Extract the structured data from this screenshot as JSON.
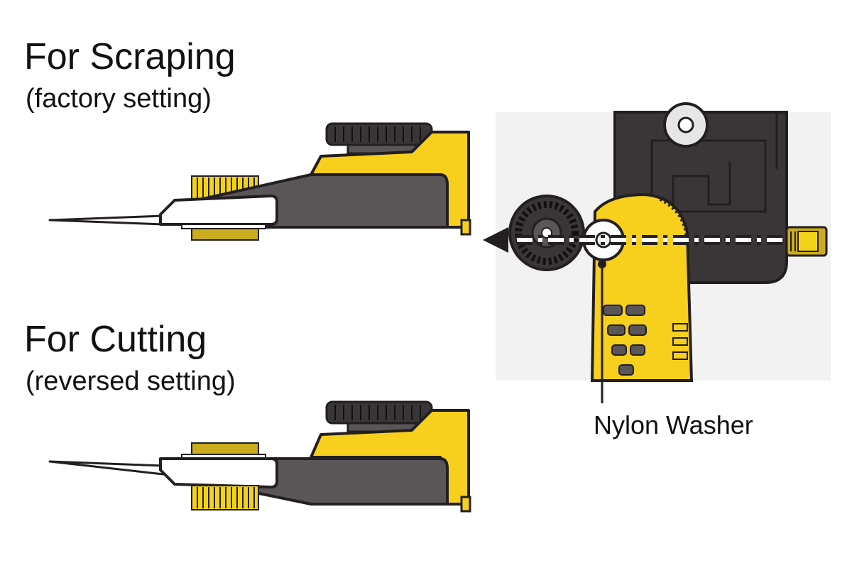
{
  "scraping": {
    "title": "For Scraping",
    "subtitle": "(factory setting)"
  },
  "cutting": {
    "title": "For Cutting",
    "subtitle": "(reversed setting)"
  },
  "detail": {
    "washer_label": "Nylon Washer"
  },
  "colors": {
    "yellow": "#f7cf1d",
    "dark_gray": "#5a5557",
    "black": "#231f20",
    "mustard": "#c9ad1e",
    "panel_bg": "#f2f2f2"
  }
}
